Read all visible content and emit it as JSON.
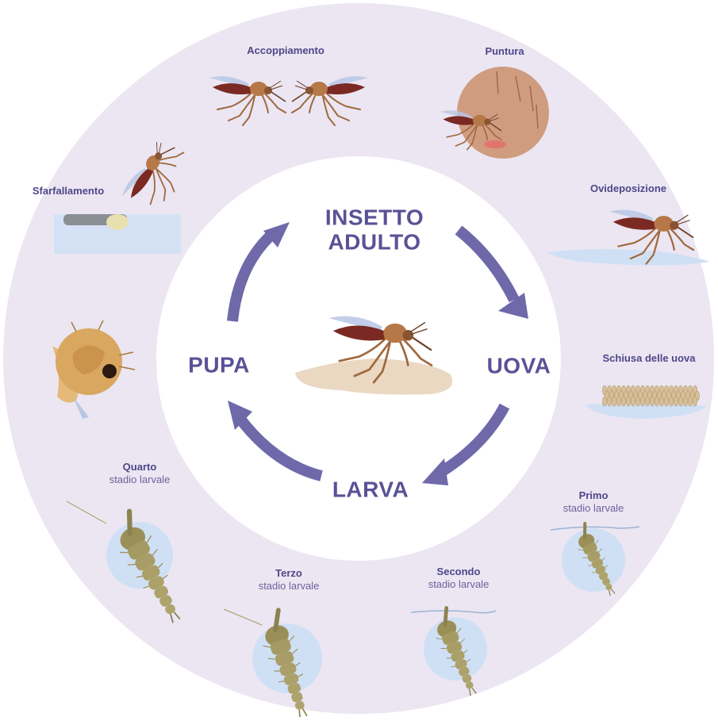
{
  "diagram": {
    "center_title": {
      "line1": "INSETTO",
      "line2": "ADULTO"
    },
    "phases": {
      "right": "UOVA",
      "bottom": "LARVA",
      "left": "PUPA"
    },
    "stages": {
      "accoppiamento": {
        "line1": "Accoppiamento"
      },
      "puntura": {
        "line1": "Puntura"
      },
      "ovideposizione": {
        "line1": "Ovideposizione"
      },
      "schiusa": {
        "line1": "Schiusa delle uova"
      },
      "primo": {
        "line1": "Primo",
        "line2": "stadio larvale"
      },
      "secondo": {
        "line1": "Secondo",
        "line2": "stadio larvale"
      },
      "terzo": {
        "line1": "Terzo",
        "line2": "stadio larvale"
      },
      "quarto": {
        "line1": "Quarto",
        "line2": "stadio larvale"
      },
      "sfarfallamento": {
        "line1": "Sfarfallamento"
      }
    },
    "colors": {
      "outer_ring": "#ebe6f2",
      "inner_disc": "#ffffff",
      "arrow": "#6f69aa",
      "label": "#4e4789",
      "phase_text": "#5a5296",
      "mosquito_body": "#7a2a22",
      "mosquito_legs": "#a0683e",
      "larva": "#a59a62",
      "water": "#cfe0f5",
      "skin": "#cf9c80",
      "pupa": "#d9a760"
    },
    "icons": [
      "mating-mosquitoes-icon",
      "biting-mosquito-icon",
      "egg-laying-mosquito-icon",
      "egg-raft-icon",
      "larva-icon",
      "pupa-icon",
      "emerging-mosquito-icon",
      "adult-mosquito-icon",
      "cycle-arrow-icon"
    ]
  }
}
